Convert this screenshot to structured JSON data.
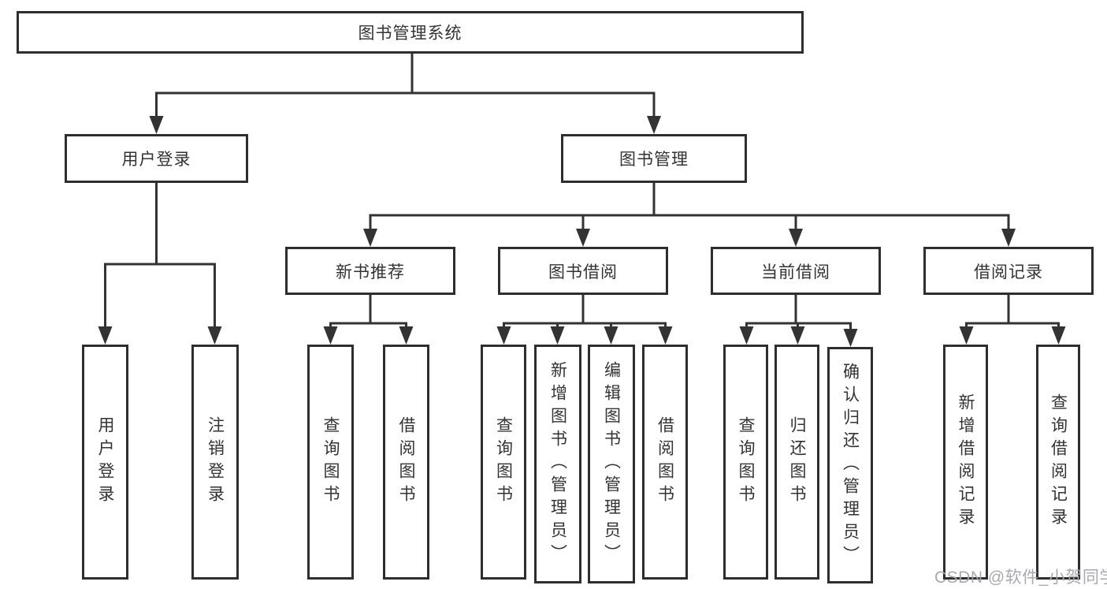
{
  "colors": {
    "line": "#333333",
    "box_border": "#2e2e2e",
    "box_fill": "#ffffff",
    "text": "#333333",
    "watermark": "#a4a4ae"
  },
  "nodes": {
    "root": "图书管理系统",
    "level2": [
      "用户登录",
      "图书管理"
    ],
    "branches": [
      "新书推荐",
      "图书借阅",
      "当前借阅",
      "借阅记录"
    ],
    "leaves_login": [
      "用户登录",
      "注销登录"
    ],
    "leaves_recommend": [
      "查询图书",
      "借阅图书"
    ],
    "leaves_borrow": [
      "查询图书",
      "新增图书（管理员）",
      "编辑图书（管理员）",
      "借阅图书"
    ],
    "leaves_current": [
      "查询图书",
      "归还图书",
      "确认归还（管理员）"
    ],
    "leaves_records": [
      "新增借阅记录",
      "查询借阅记录"
    ]
  },
  "watermark": {
    "text": "CSDN @软件_小贺同学"
  }
}
